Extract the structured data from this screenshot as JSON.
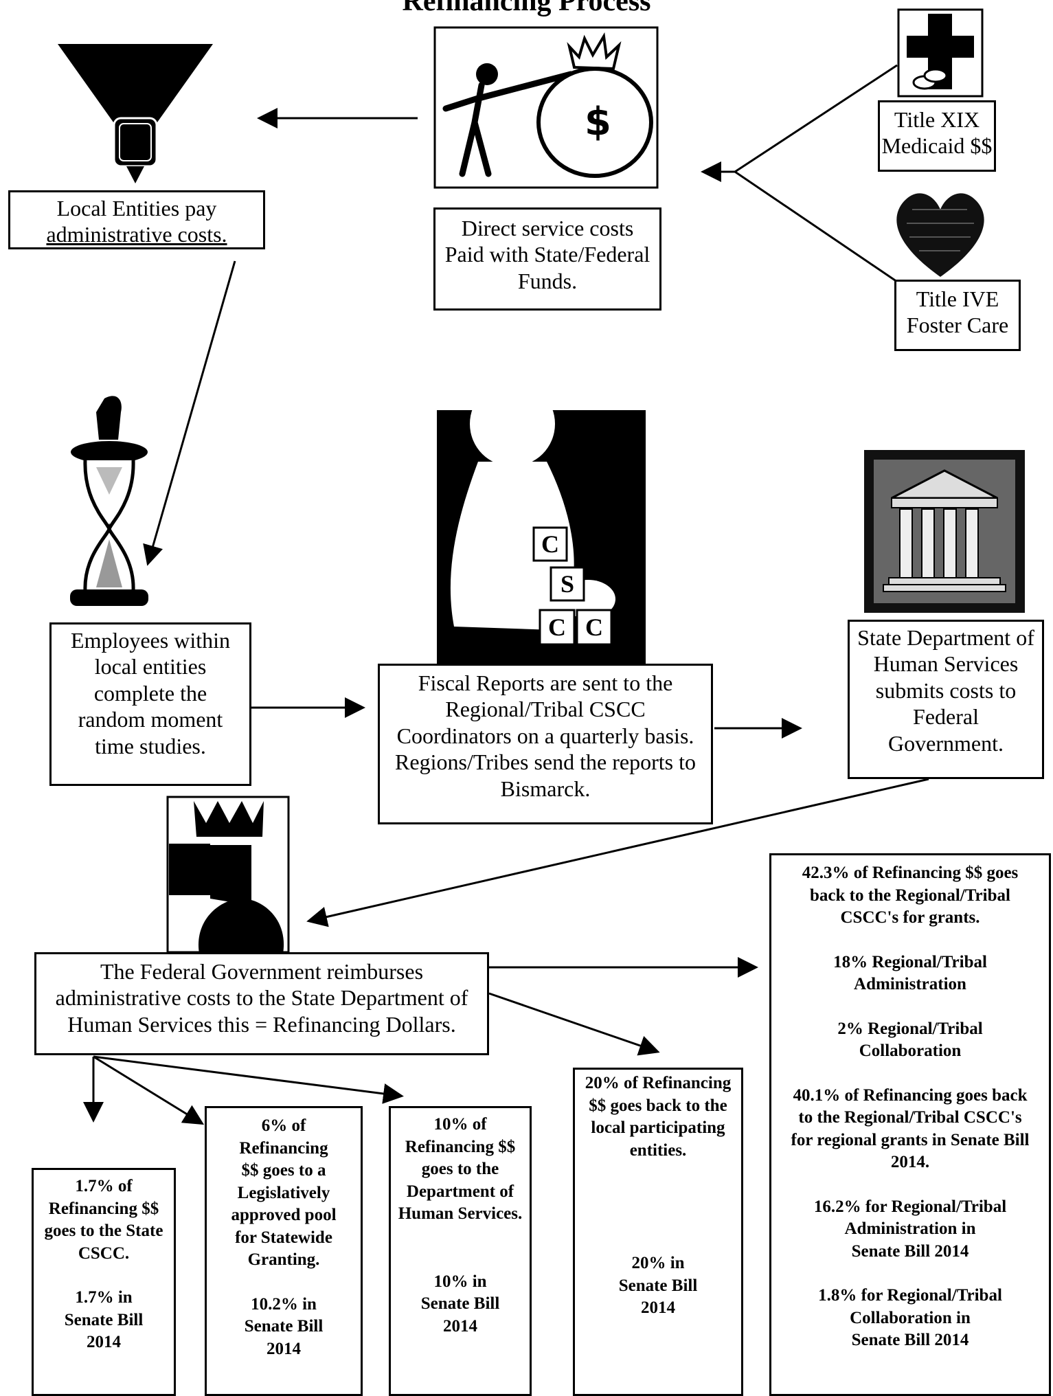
{
  "title": "Refinancing Process",
  "boxes": {
    "local_entities": [
      "Local Entities pay",
      "administrative costs."
    ],
    "direct_service": [
      "Direct service costs",
      "Paid with State/Federal",
      "Funds."
    ],
    "title_xix": [
      "Title XIX",
      "Medicaid $$"
    ],
    "title_ive": [
      "Title IVE",
      "Foster Care"
    ],
    "employees": [
      "Employees within",
      "local entities",
      "complete the",
      "random moment",
      "time studies."
    ],
    "fiscal_reports": [
      "Fiscal Reports are sent to the",
      "Regional/Tribal CSCC",
      "Coordinators on a quarterly basis.",
      "Regions/Tribes send the reports to",
      "Bismarck."
    ],
    "state_dept": [
      "State Department of",
      "Human Services",
      "submits costs to",
      "Federal",
      "Government."
    ],
    "federal_gov": [
      "The Federal Government reimburses",
      "administrative costs to the State Department of",
      "Human Services this = Refinancing Dollars."
    ]
  },
  "blocks": {
    "regional_summary": {
      "p1": [
        "42.3% of Refinancing $$ goes",
        "back to the Regional/Tribal",
        "CSCC's for grants."
      ],
      "p2": [
        "18% Regional/Tribal",
        "Administration"
      ],
      "p3": [
        "2% Regional/Tribal",
        "Collaboration"
      ],
      "p4": [
        "40.1% of Refinancing goes back",
        "to the Regional/Tribal CSCC's",
        "for regional grants in Senate Bill",
        "2014."
      ],
      "p5": [
        "16.2% for Regional/Tribal",
        "Administration in",
        "Senate Bill 2014"
      ],
      "p6": [
        "1.8% for Regional/Tribal",
        "Collaboration in",
        "Senate Bill 2014"
      ]
    },
    "local_20": {
      "p1": [
        "20% of Refinancing",
        "$$ goes back to the",
        "local participating",
        "entities."
      ],
      "p2": [
        "20% in",
        "Senate Bill",
        "2014"
      ]
    },
    "dhs_10": {
      "p1": [
        "10% of",
        "Refinancing $$",
        "goes to the",
        "Department of",
        "Human Services."
      ],
      "p2": [
        "10% in",
        "Senate Bill",
        "2014"
      ]
    },
    "pool_6": {
      "p1": [
        "6% of",
        "Refinancing",
        "$$ goes to a",
        "Legislatively",
        "approved pool",
        "for Statewide",
        "Granting."
      ],
      "p2": [
        "10.2% in",
        "Senate Bill",
        "2014"
      ]
    },
    "state_cscc": {
      "p1": [
        "1.7% of",
        "Refinancing $$",
        "goes to the State",
        "CSCC."
      ],
      "p2": [
        "1.7% in",
        "Senate Bill",
        "2014"
      ]
    }
  },
  "illustrations": {
    "money_bag_symbol": "$",
    "block_letters": [
      "C",
      "S",
      "C",
      "C"
    ]
  },
  "icons": [
    "funnel-icon",
    "money-bag-figure-icon",
    "medical-cross-icon",
    "heart-icon",
    "hourglass-icon",
    "baby-blocks-icon",
    "courthouse-icon",
    "crown-hand-icon"
  ]
}
